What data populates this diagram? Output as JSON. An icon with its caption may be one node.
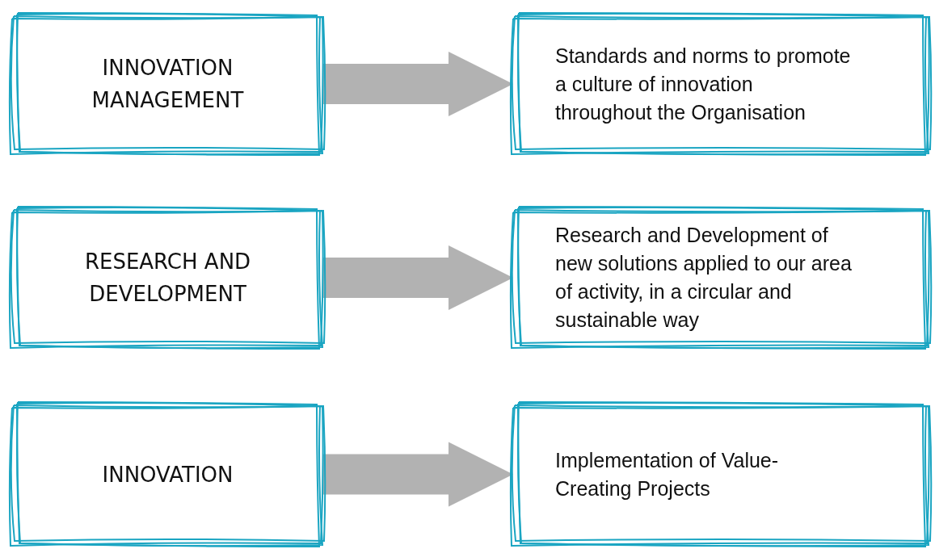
{
  "diagram": {
    "nodes": [
      {
        "text": [
          "INNOVATION MANAGEMENT"
        ]
      },
      {
        "text": [
          "Standards and norms to promote a culture of innovation throughout the Organisation"
        ]
      },
      {
        "text": [
          "RESEARCH AND DEVELOPMENT"
        ]
      },
      {
        "text": [
          "Research and Development of new solutions applied to our area of activity, in a circular and sustainable way"
        ]
      },
      {
        "text": [
          "INNOVATION"
        ]
      },
      {
        "text": [
          "Implementation of Value-Creating Projects"
        ]
      }
    ],
    "edges": [
      {
        "from": 0,
        "to": 1,
        "arrow": "to"
      },
      {
        "from": 2,
        "to": 3,
        "arrow": "to"
      },
      {
        "from": 4,
        "to": 5,
        "arrow": "to"
      }
    ]
  }
}
